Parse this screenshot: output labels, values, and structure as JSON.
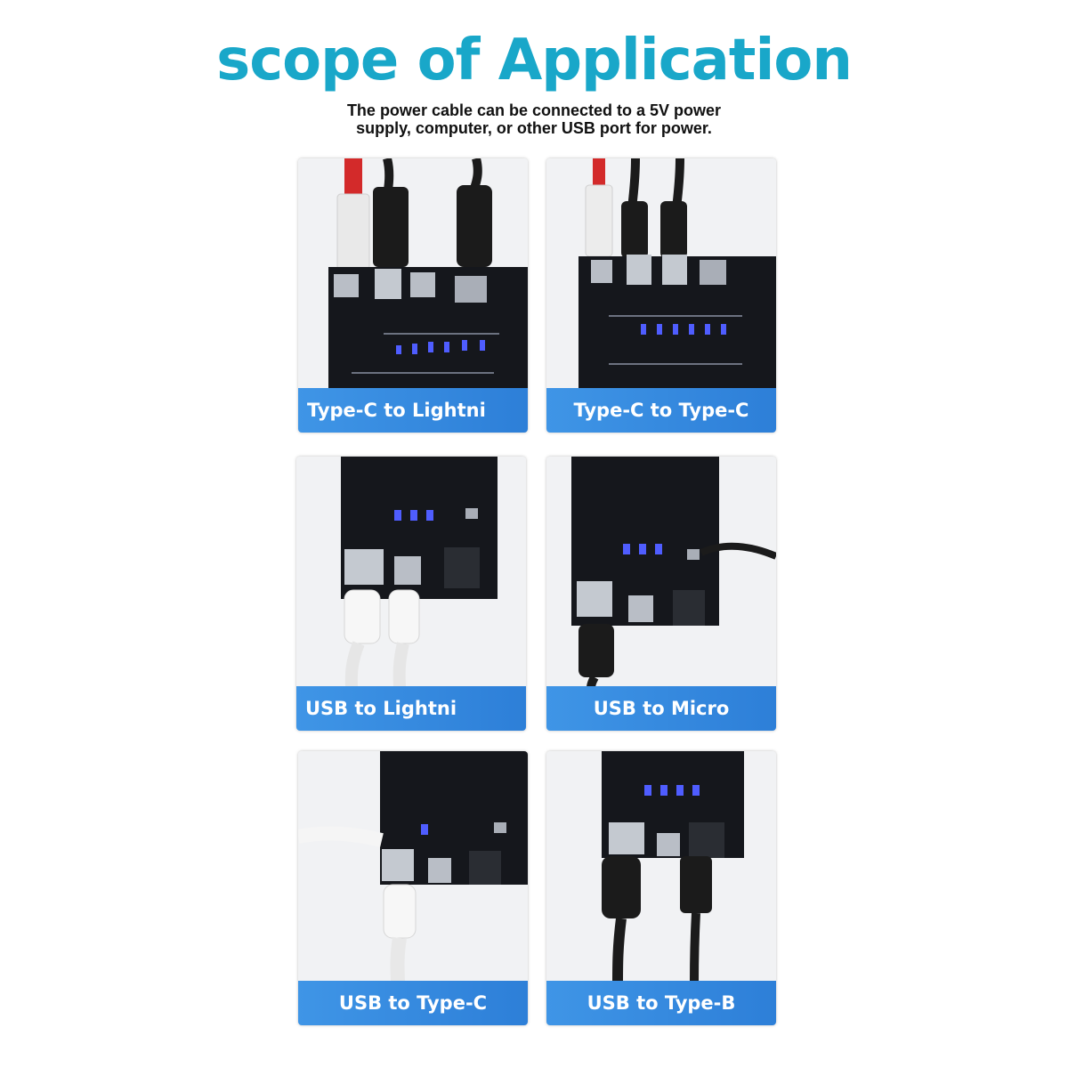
{
  "header": {
    "title": "scope of Application",
    "subtitle_line1": "The power cable can be connected to a 5V power",
    "subtitle_line2": "supply, computer, or other USB port for power."
  },
  "cards": [
    {
      "caption": "Type-C to Lightni"
    },
    {
      "caption": "Type-C to Type-C"
    },
    {
      "caption": "USB to Lightni"
    },
    {
      "caption": "USB to Micro"
    },
    {
      "caption": "USB to Type-C"
    },
    {
      "caption": "USB to Type-B"
    }
  ],
  "colors": {
    "title": "#19a7c9",
    "caption_bar": "#3f95e6",
    "board": "#15171c",
    "led": "#4f5dff"
  }
}
